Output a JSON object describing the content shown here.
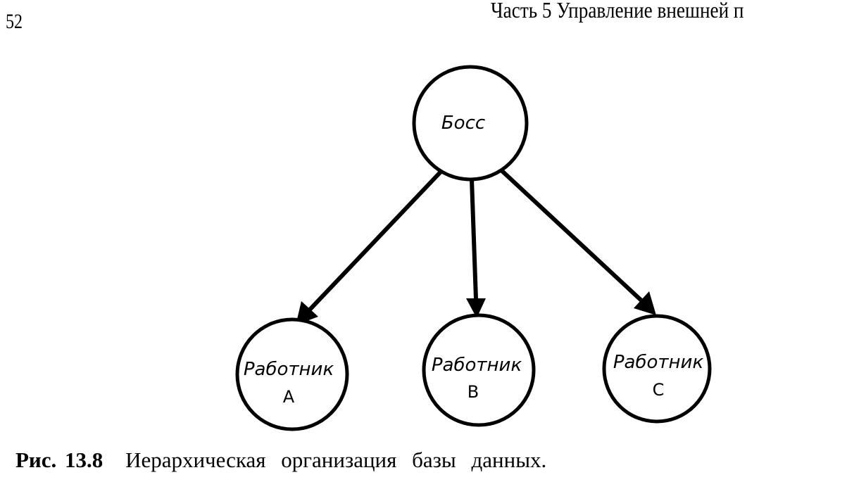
{
  "header": {
    "page_number": "52",
    "running_title": "Часть 5 Управление внешней п"
  },
  "diagram": {
    "root": {
      "label": "Босс"
    },
    "children": [
      {
        "label": "Работник",
        "sub": "A"
      },
      {
        "label": "Работник",
        "sub": "B"
      },
      {
        "label": "Работник",
        "sub": "C"
      }
    ],
    "edges": [
      [
        "Босс",
        "Работник A"
      ],
      [
        "Босс",
        "Работник B"
      ],
      [
        "Босс",
        "Работник C"
      ]
    ]
  },
  "caption": {
    "figure": "Рис. 13.8",
    "text": "Иерархическая организация базы данных."
  }
}
